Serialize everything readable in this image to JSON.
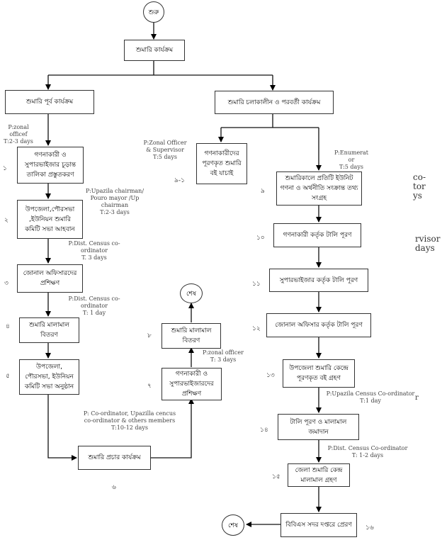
{
  "start": {
    "label": "শুরু"
  },
  "root": {
    "label": "শুমারি কার্যক্রম"
  },
  "branch_pre": {
    "label": "শুমারি পূর্ব কার্যক্রম"
  },
  "branch_during": {
    "label": "শুমারি চলাকালীন  ও পরবর্তী কার্যক্রম"
  },
  "steps": {
    "s1": {
      "num": "১",
      "label": "গণনাকারী ও সুপারভাইজার চূড়ান্ত তালিকা প্রস্তুতকরণ",
      "note": [
        "P:zonal",
        "officef",
        "T:2-3 days"
      ]
    },
    "s2": {
      "num": "২",
      "label": "উপজেলা,পৌরসভা ,ইউনিয়ন শুমারি কমিটি সভা আহবান",
      "note": [
        "P:Upazila chairman/",
        "Pouro mayor /Up",
        "chairman",
        "T:2-3 days"
      ]
    },
    "s3": {
      "num": "৩",
      "label": "জোনাল অফিসারদের প্রশিক্ষণ",
      "note": [
        "P:Dist. Census  co-",
        "ordinator",
        "T. 3 days"
      ]
    },
    "s4": {
      "num": "৪",
      "label": "শুমারি মালামাল বিতরণ",
      "note": [
        "P:Dist. Census  co-",
        "ordinator",
        "T: 1 day"
      ]
    },
    "s5": {
      "num": "৫",
      "label": "উপজেলা, পৌরসভা, ইউনিয়ন কমিটি সভা অনুষ্ঠান"
    },
    "s6": {
      "num": "৬",
      "label": "শুমারি প্রচার কার্যক্রম",
      "note": [
        "P: Co-ordinator, Upazilla cencus",
        "co-ordinator &  others members",
        "T:10-12 days"
      ]
    },
    "s7": {
      "num": "৭",
      "label": "গণনাকারী ও সুপারভাইজারদের প্রশিক্ষণ",
      "note": [
        "P:zonal officer",
        "T: 3 days"
      ]
    },
    "s8": {
      "num": "৮",
      "label": "শুমারি মালামাল বিতরণ"
    },
    "s9_1": {
      "num": "৯-১",
      "label": "গণনাকারীদের পূরণকৃত শুমারি বই যাচাই",
      "note": [
        "P:Zonal Officer",
        "& Supervisor",
        "T:5 days"
      ]
    },
    "s9": {
      "num": "৯",
      "label": "শুমারিকালে প্রতিটি ইউনিট গণনা ও অর্থনীতি সংক্রান্ত তথ্য সংগ্রহ",
      "note": [
        "P:Enumerat",
        "or",
        "T:5 days"
      ]
    },
    "s10": {
      "num": "১০",
      "label": "গণনাকারী কর্তৃক টালি পূরণ"
    },
    "s11": {
      "num": "১১",
      "label": "সুপারভাইজার কর্তৃক টালি পূরণ"
    },
    "s12": {
      "num": "১২",
      "label": "জোনাল অফিসার কর্তৃক টালি পূরণ"
    },
    "s13": {
      "num": "১৩",
      "label": "উপজেলা শুমারি কেন্দ্রে পূরণকৃত বই গ্রহণ",
      "note": [
        "P:Upazila Census Co-ordinator",
        "T:1 day"
      ]
    },
    "s14": {
      "num": "১৪",
      "label": "টালি পূরণ ও মালামাল জমাদান",
      "note": [
        "P:Dist.  Census Co-ordinator",
        "T: 1-2 days"
      ]
    },
    "s15": {
      "num": "১৫",
      "label": "জেলা শুমারি কেন্দ্র মালামাল গ্রহণ"
    },
    "s16": {
      "num": "১৬",
      "label": "বিবিএস সদর দপ্তরে প্রেরণ"
    }
  },
  "end_left": {
    "label": "শেষ"
  },
  "end_right": {
    "label": "শেষ"
  },
  "ghost_text": {
    "a": [
      "co-",
      "tor",
      "ys"
    ],
    "b": [
      "rvisor",
      "days"
    ],
    "c": "r"
  }
}
